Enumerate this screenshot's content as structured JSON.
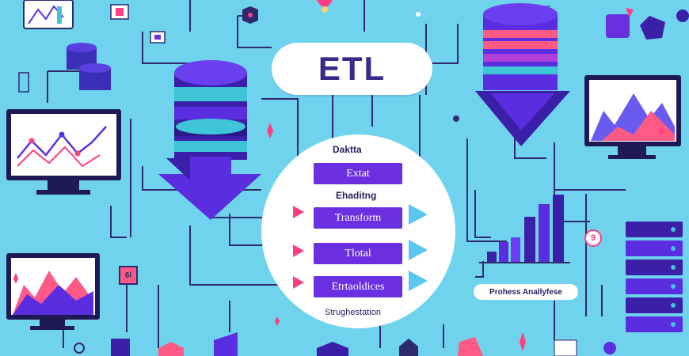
{
  "header": {
    "title": "ETL"
  },
  "process": {
    "heading": "Daktta",
    "steps": [
      {
        "label": "Extat"
      },
      {
        "label": "Transform"
      },
      {
        "label": "Tlotal"
      },
      {
        "label": "Etrtaoldices"
      }
    ],
    "sub_labels": [
      "Ehaditng",
      "Strughestation"
    ]
  },
  "callout": {
    "label": "Prohess Anallyfese"
  },
  "badges": {
    "left": "6l",
    "right": "9"
  },
  "colors": {
    "background": "#6fd3ee",
    "purple": "#6a2fe0",
    "deep_purple": "#3b1fa8",
    "navy": "#24215c",
    "pink": "#ff3d7f",
    "teal": "#3ec6d8",
    "white": "#ffffff"
  }
}
